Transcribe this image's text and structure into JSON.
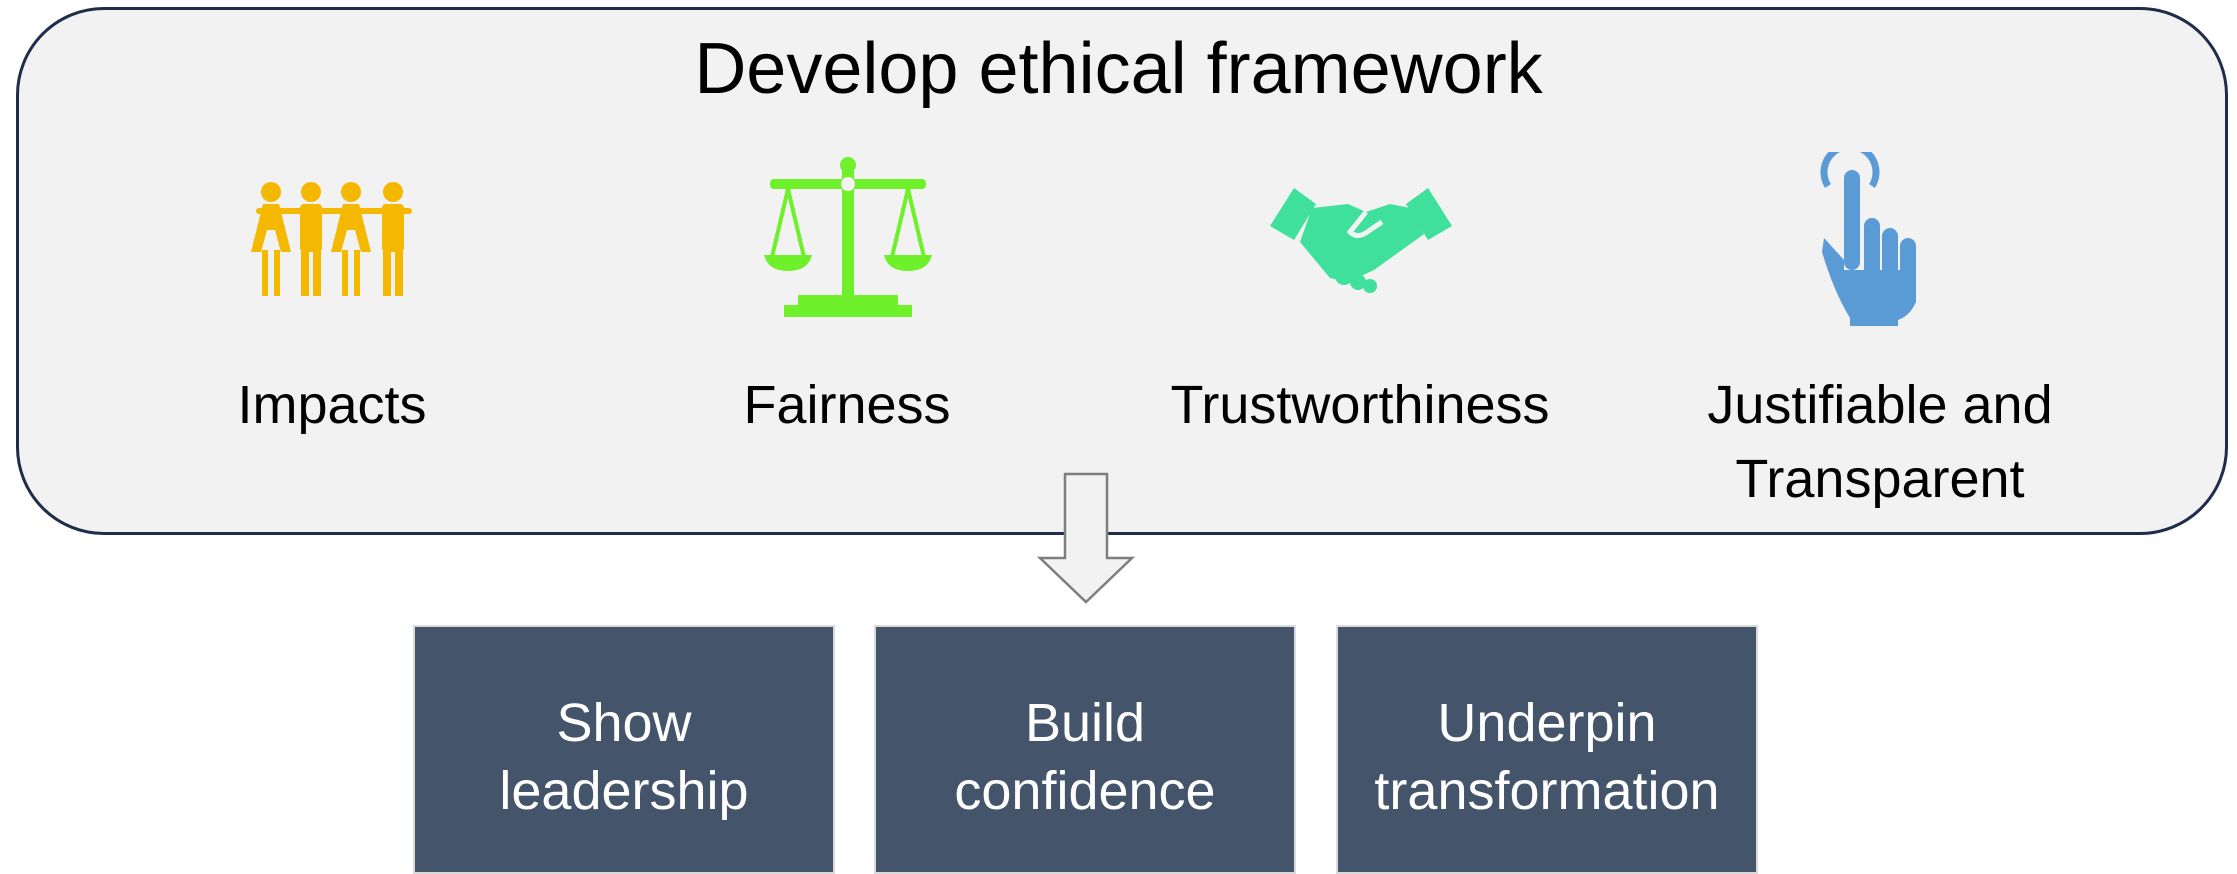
{
  "title": "Develop ethical framework",
  "pillars": [
    {
      "label": "Impacts",
      "icon": "people-group-icon",
      "color": "#f5b800"
    },
    {
      "label": "Fairness",
      "icon": "balance-scale-icon",
      "color": "#6ef02a"
    },
    {
      "label": "Trustworthiness",
      "icon": "handshake-icon",
      "color": "#3ee09c"
    },
    {
      "label_line1": "Justifiable and",
      "label_line2": "Transparent",
      "icon": "pointing-finger-icon",
      "color": "#5b9bd5"
    }
  ],
  "outcomes": [
    {
      "line1": "Show",
      "line2": "leadership"
    },
    {
      "line1": "Build",
      "line2": "confidence"
    },
    {
      "line1": "Underpin",
      "line2": "transformation"
    }
  ],
  "colors": {
    "frame_border": "#1f2d4a",
    "frame_fill": "#f2f2f2",
    "box_fill": "#44546a",
    "box_text": "#ffffff"
  }
}
